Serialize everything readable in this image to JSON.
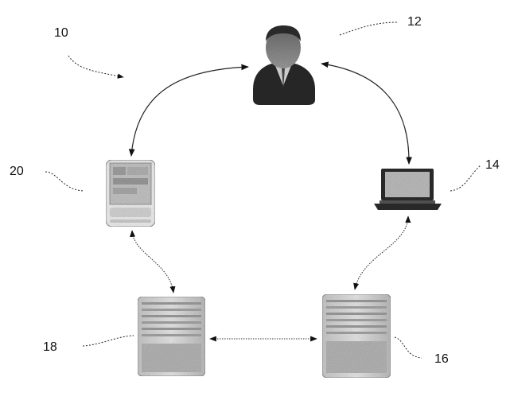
{
  "figure": {
    "system_label": "10",
    "nodes": {
      "user": {
        "ref": "12",
        "icon": "user-icon"
      },
      "laptop": {
        "ref": "14",
        "icon": "laptop-icon"
      },
      "server_right": {
        "ref": "16",
        "icon": "server-icon"
      },
      "server_left": {
        "ref": "18",
        "icon": "server-icon"
      },
      "handheld": {
        "ref": "20",
        "icon": "handheld-device-icon"
      }
    }
  }
}
